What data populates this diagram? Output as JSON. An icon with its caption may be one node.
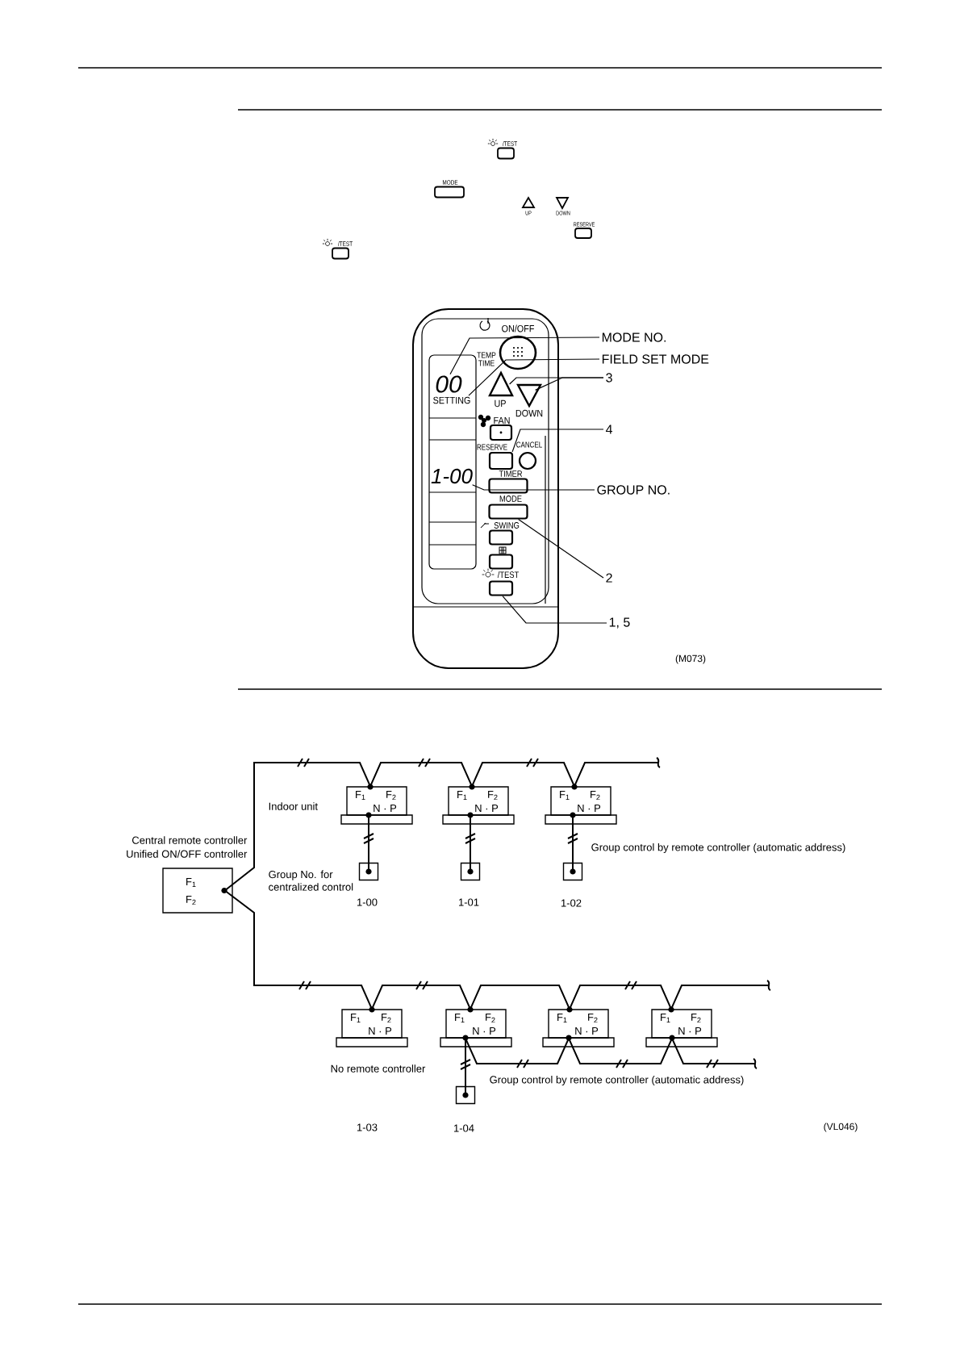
{
  "diagram": {
    "nodes": [
      {
        "text": [
          "MODE NO."
        ]
      },
      {
        "text": [
          "FIELD SET MODE"
        ]
      },
      {
        "text": [
          "3"
        ]
      },
      {
        "text": [
          "4"
        ]
      },
      {
        "text": [
          "GROUP NO."
        ]
      },
      {
        "text": [
          "2"
        ]
      },
      {
        "text": [
          "1, 5"
        ]
      },
      {
        "text": [
          "F$_{1}$",
          "F$_{2}$"
        ],
        "beside": [
          "Central remote controller",
          "Unified ON/OFF controller"
        ]
      },
      {
        "text": [
          "F$_{1}$",
          "F$_{2}$",
          "N · P"
        ]
      },
      {
        "text": [
          "F$_{1}$",
          "F$_{2}$",
          "N · P"
        ]
      },
      {
        "text": [
          "F$_{1}$",
          "F$_{2}$",
          "N · P"
        ]
      },
      {
        "text": [],
        "shape": "box",
        "beside": [
          "1-00"
        ]
      },
      {
        "text": [],
        "shape": "box",
        "beside": [
          "1-01"
        ]
      },
      {
        "text": [],
        "shape": "box",
        "beside": [
          "1-02"
        ]
      },
      {
        "text": [
          "F$_{1}$",
          "F$_{2}$",
          "N · P"
        ]
      },
      {
        "text": [
          "F$_{1}$",
          "F$_{2}$",
          "N · P"
        ]
      },
      {
        "text": [
          "F$_{1}$",
          "F$_{2}$",
          "N · P"
        ]
      },
      {
        "text": [
          "F$_{1}$",
          "F$_{2}$",
          "N · P"
        ]
      },
      {
        "text": [],
        "shape": "box",
        "beside": [
          "1-04"
        ]
      },
      {
        "text": [
          "00"
        ]
      },
      {
        "text": [
          "SETTING"
        ]
      },
      {
        "text": [
          "UP"
        ]
      },
      {
        "text": [
          "DOWN"
        ]
      },
      {
        "text": [
          "RESERVE"
        ]
      },
      {
        "text": [
          "1-00"
        ]
      },
      {
        "text": [
          "MODE"
        ]
      },
      {
        "text": [
          "/TEST"
        ]
      }
    ],
    "edges": [
      {
        "from": 0,
        "to": 19,
        "arrow": "none"
      },
      {
        "from": 1,
        "to": 20,
        "arrow": "none"
      },
      {
        "from": 2,
        "to": 21,
        "arrow": "none"
      },
      {
        "from": 2,
        "to": 22,
        "arrow": "none"
      },
      {
        "from": 3,
        "to": 23,
        "arrow": "none"
      },
      {
        "from": 4,
        "to": 24,
        "arrow": "none"
      },
      {
        "from": 5,
        "to": 25,
        "arrow": "none"
      },
      {
        "from": 6,
        "to": 26,
        "arrow": "none"
      },
      {
        "from": 7,
        "to": 8,
        "arrow": "none"
      },
      {
        "from": 8,
        "to": 9,
        "arrow": "none"
      },
      {
        "from": 9,
        "to": 10,
        "arrow": "none"
      },
      {
        "from": 10,
        "to": null,
        "arrow": "none"
      },
      {
        "from": 8,
        "to": 11,
        "arrow": "none"
      },
      {
        "from": 9,
        "to": 12,
        "arrow": "none"
      },
      {
        "from": 10,
        "to": 13,
        "arrow": "none"
      },
      {
        "from": 7,
        "to": 14,
        "arrow": "none"
      },
      {
        "from": 14,
        "to": 15,
        "arrow": "none"
      },
      {
        "from": 15,
        "to": 16,
        "arrow": "none"
      },
      {
        "from": 16,
        "to": 17,
        "arrow": "none"
      },
      {
        "from": 17,
        "to": null,
        "arrow": "none"
      },
      {
        "from": 15,
        "to": 18,
        "arrow": "none"
      },
      {
        "from": 15,
        "to": 16,
        "arrow": "none"
      },
      {
        "from": 16,
        "to": 17,
        "arrow": "none"
      },
      {
        "from": 17,
        "to": null,
        "arrow": "none"
      }
    ],
    "labels": [
      "/TEST",
      "MODE",
      "UP",
      "DOWN",
      "RESERVE",
      "/TEST",
      "ON/OFF",
      "TEMP",
      "TIME",
      "FAN",
      "CANCEL",
      "TIMER",
      "SWING",
      "(M073)",
      "Indoor unit",
      "Group No. for centralized control",
      "Group control by remote controller (automatic address)",
      "No remote controller",
      "Group control by remote controller (automatic address)",
      "1-03",
      "(VL046)"
    ]
  }
}
